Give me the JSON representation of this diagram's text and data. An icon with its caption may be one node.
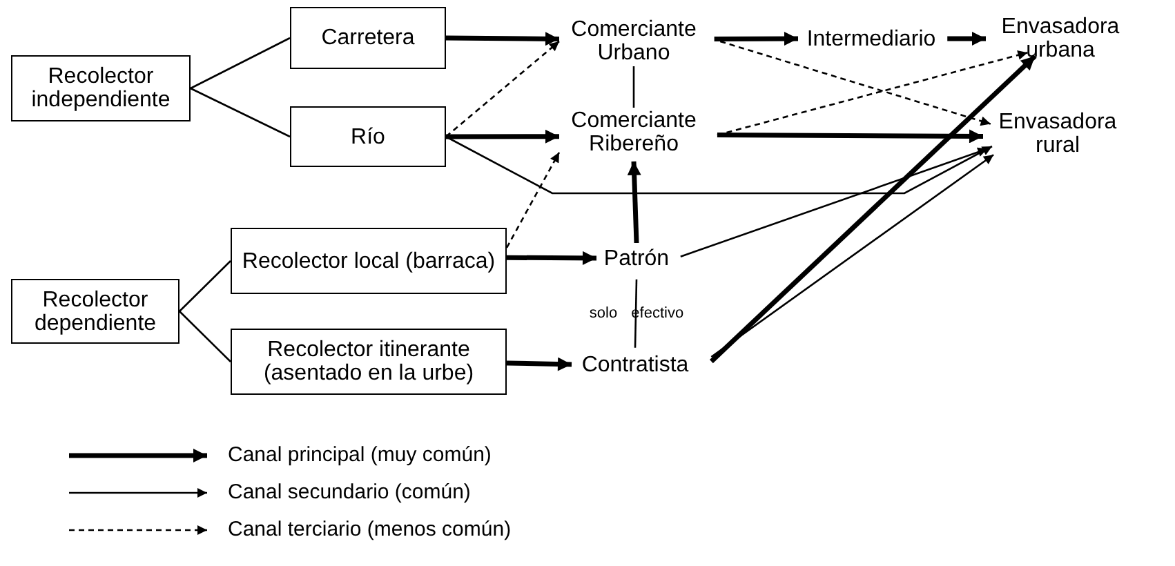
{
  "diagram": {
    "nodes": [
      {
        "text": [
          "Recolector independiente"
        ]
      },
      {
        "text": [
          "Carretera"
        ]
      },
      {
        "text": [
          "Río"
        ]
      },
      {
        "text": [
          "Comerciante Urbano"
        ]
      },
      {
        "text": [
          "Intermediario"
        ]
      },
      {
        "text": [
          "Envasadora urbana"
        ]
      },
      {
        "text": [
          "Comerciante Ribereño"
        ]
      },
      {
        "text": [
          "Envasadora rural"
        ]
      },
      {
        "text": [
          "Recolector dependiente"
        ]
      },
      {
        "text": [
          "Recolector local (barraca)"
        ]
      },
      {
        "text": [
          "Recolector itinerante (asentado en la urbe)"
        ]
      },
      {
        "text": [
          "Patrón"
        ]
      },
      {
        "text": [
          "Contratista"
        ]
      }
    ],
    "edges": [
      {
        "from": 0,
        "to": 1,
        "arrow": "none"
      },
      {
        "from": 0,
        "to": 2,
        "arrow": "none"
      },
      {
        "from": 1,
        "to": 3,
        "arrow": "to",
        "style": "thick"
      },
      {
        "from": 2,
        "to": 3,
        "arrow": "to",
        "style": "dashed"
      },
      {
        "from": 2,
        "to": 6,
        "arrow": "to",
        "style": "thick"
      },
      {
        "from": 2,
        "to": 7,
        "arrow": "to"
      },
      {
        "from": 3,
        "to": 4,
        "arrow": "to",
        "style": "thick"
      },
      {
        "from": 4,
        "to": 5,
        "arrow": "to",
        "style": "thick"
      },
      {
        "from": 3,
        "to": 7,
        "arrow": "to",
        "style": "dashed"
      },
      {
        "from": 3,
        "to": 6,
        "arrow": "none"
      },
      {
        "from": 6,
        "to": 5,
        "arrow": "to",
        "style": "dashed"
      },
      {
        "from": 6,
        "to": 7,
        "arrow": "to",
        "style": "thick"
      },
      {
        "from": 9,
        "to": 6,
        "arrow": "to",
        "style": "dashed"
      },
      {
        "from": 9,
        "to": 11,
        "arrow": "to",
        "style": "thick"
      },
      {
        "from": 11,
        "to": 6,
        "arrow": "to",
        "style": "thick"
      },
      {
        "from": 11,
        "to": 7,
        "arrow": "to"
      },
      {
        "from": 11,
        "to": 12,
        "arrow": "none",
        "label": "solo efectivo"
      },
      {
        "from": 10,
        "to": 12,
        "arrow": "to",
        "style": "thick"
      },
      {
        "from": 12,
        "to": 5,
        "arrow": "to",
        "style": "thick"
      },
      {
        "from": 12,
        "to": 7,
        "arrow": "to"
      },
      {
        "from": 8,
        "to": 9,
        "arrow": "none"
      },
      {
        "from": 8,
        "to": 10,
        "arrow": "none"
      }
    ],
    "legend": [
      {
        "text": "Canal principal (muy común)"
      },
      {
        "text": "Canal secundario (común)"
      },
      {
        "text": "Canal terciario (menos común)"
      }
    ]
  }
}
